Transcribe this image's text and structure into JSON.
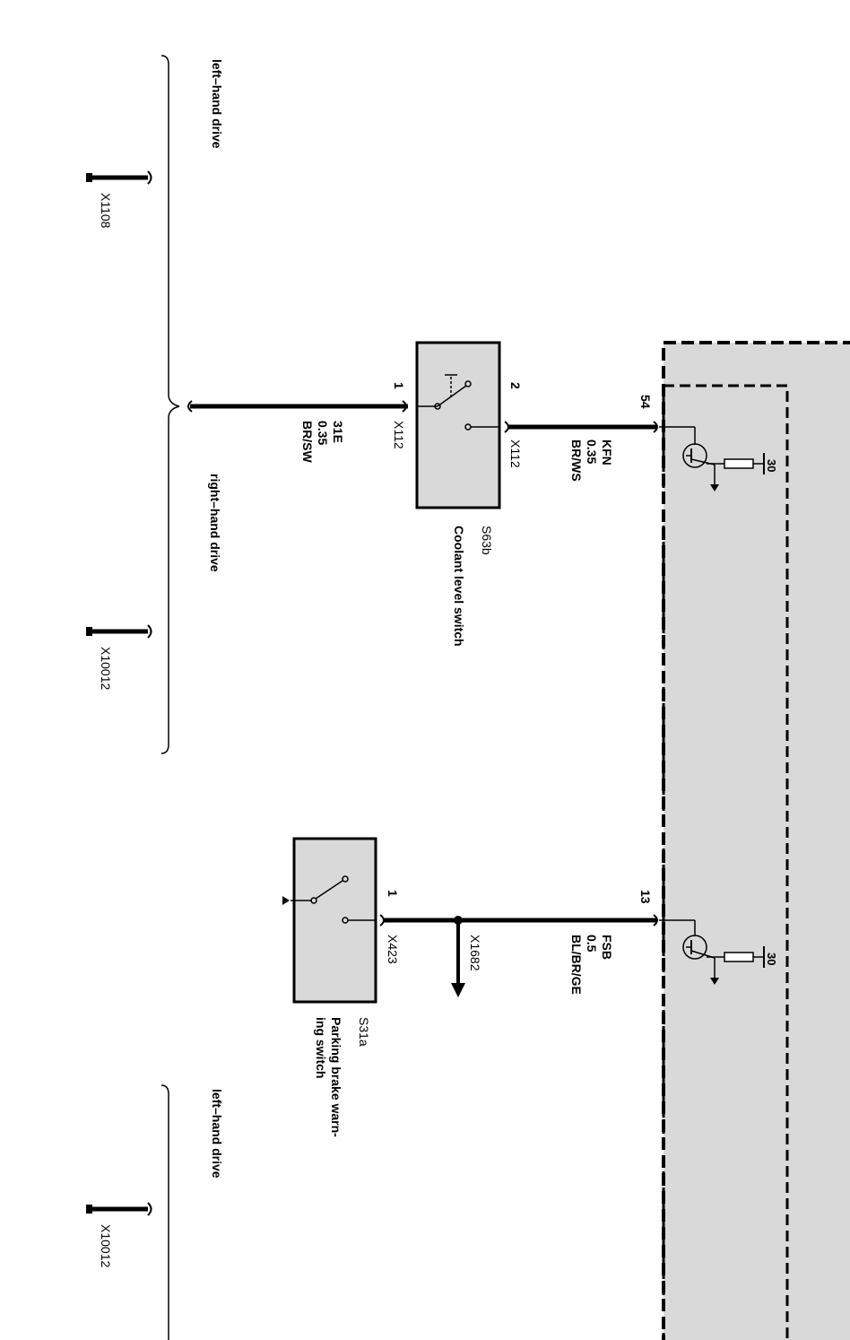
{
  "colors": {
    "ink": "#000000",
    "module_fill": "#d9d9d9",
    "component_fill": "#d9d9d9",
    "background": "#ffffff"
  },
  "top_section": {
    "brace_top_label": "left–hand drive",
    "brace_bottom_label": "right–hand drive",
    "ground_top_label": "X1108",
    "ground_bottom_label": "X10012",
    "wire_left": {
      "connector": "X112",
      "pin": "1",
      "name": "31E",
      "gauge": "0.35",
      "color": "BR/SW"
    },
    "wire_right": {
      "connector": "X112",
      "pin": "2",
      "name": "KFN",
      "gauge": "0.35",
      "color": "BR/WS"
    },
    "component": {
      "id": "S63b",
      "name": "Coolant level switch"
    },
    "module_pin": "54",
    "supply_label": "30"
  },
  "bottom_section": {
    "wire": {
      "name": "FSB",
      "gauge": "0.5",
      "color": "BL/BR/GE"
    },
    "component_connector": "X423",
    "component_pin": "1",
    "splice": "X1682",
    "component": {
      "id": "S31a",
      "name_line1": "Parking brake warn-",
      "name_line2": "ing switch"
    },
    "module_pin": "13",
    "supply_label": "30",
    "brace_label": "left–hand drive",
    "ground_label": "X10012"
  }
}
